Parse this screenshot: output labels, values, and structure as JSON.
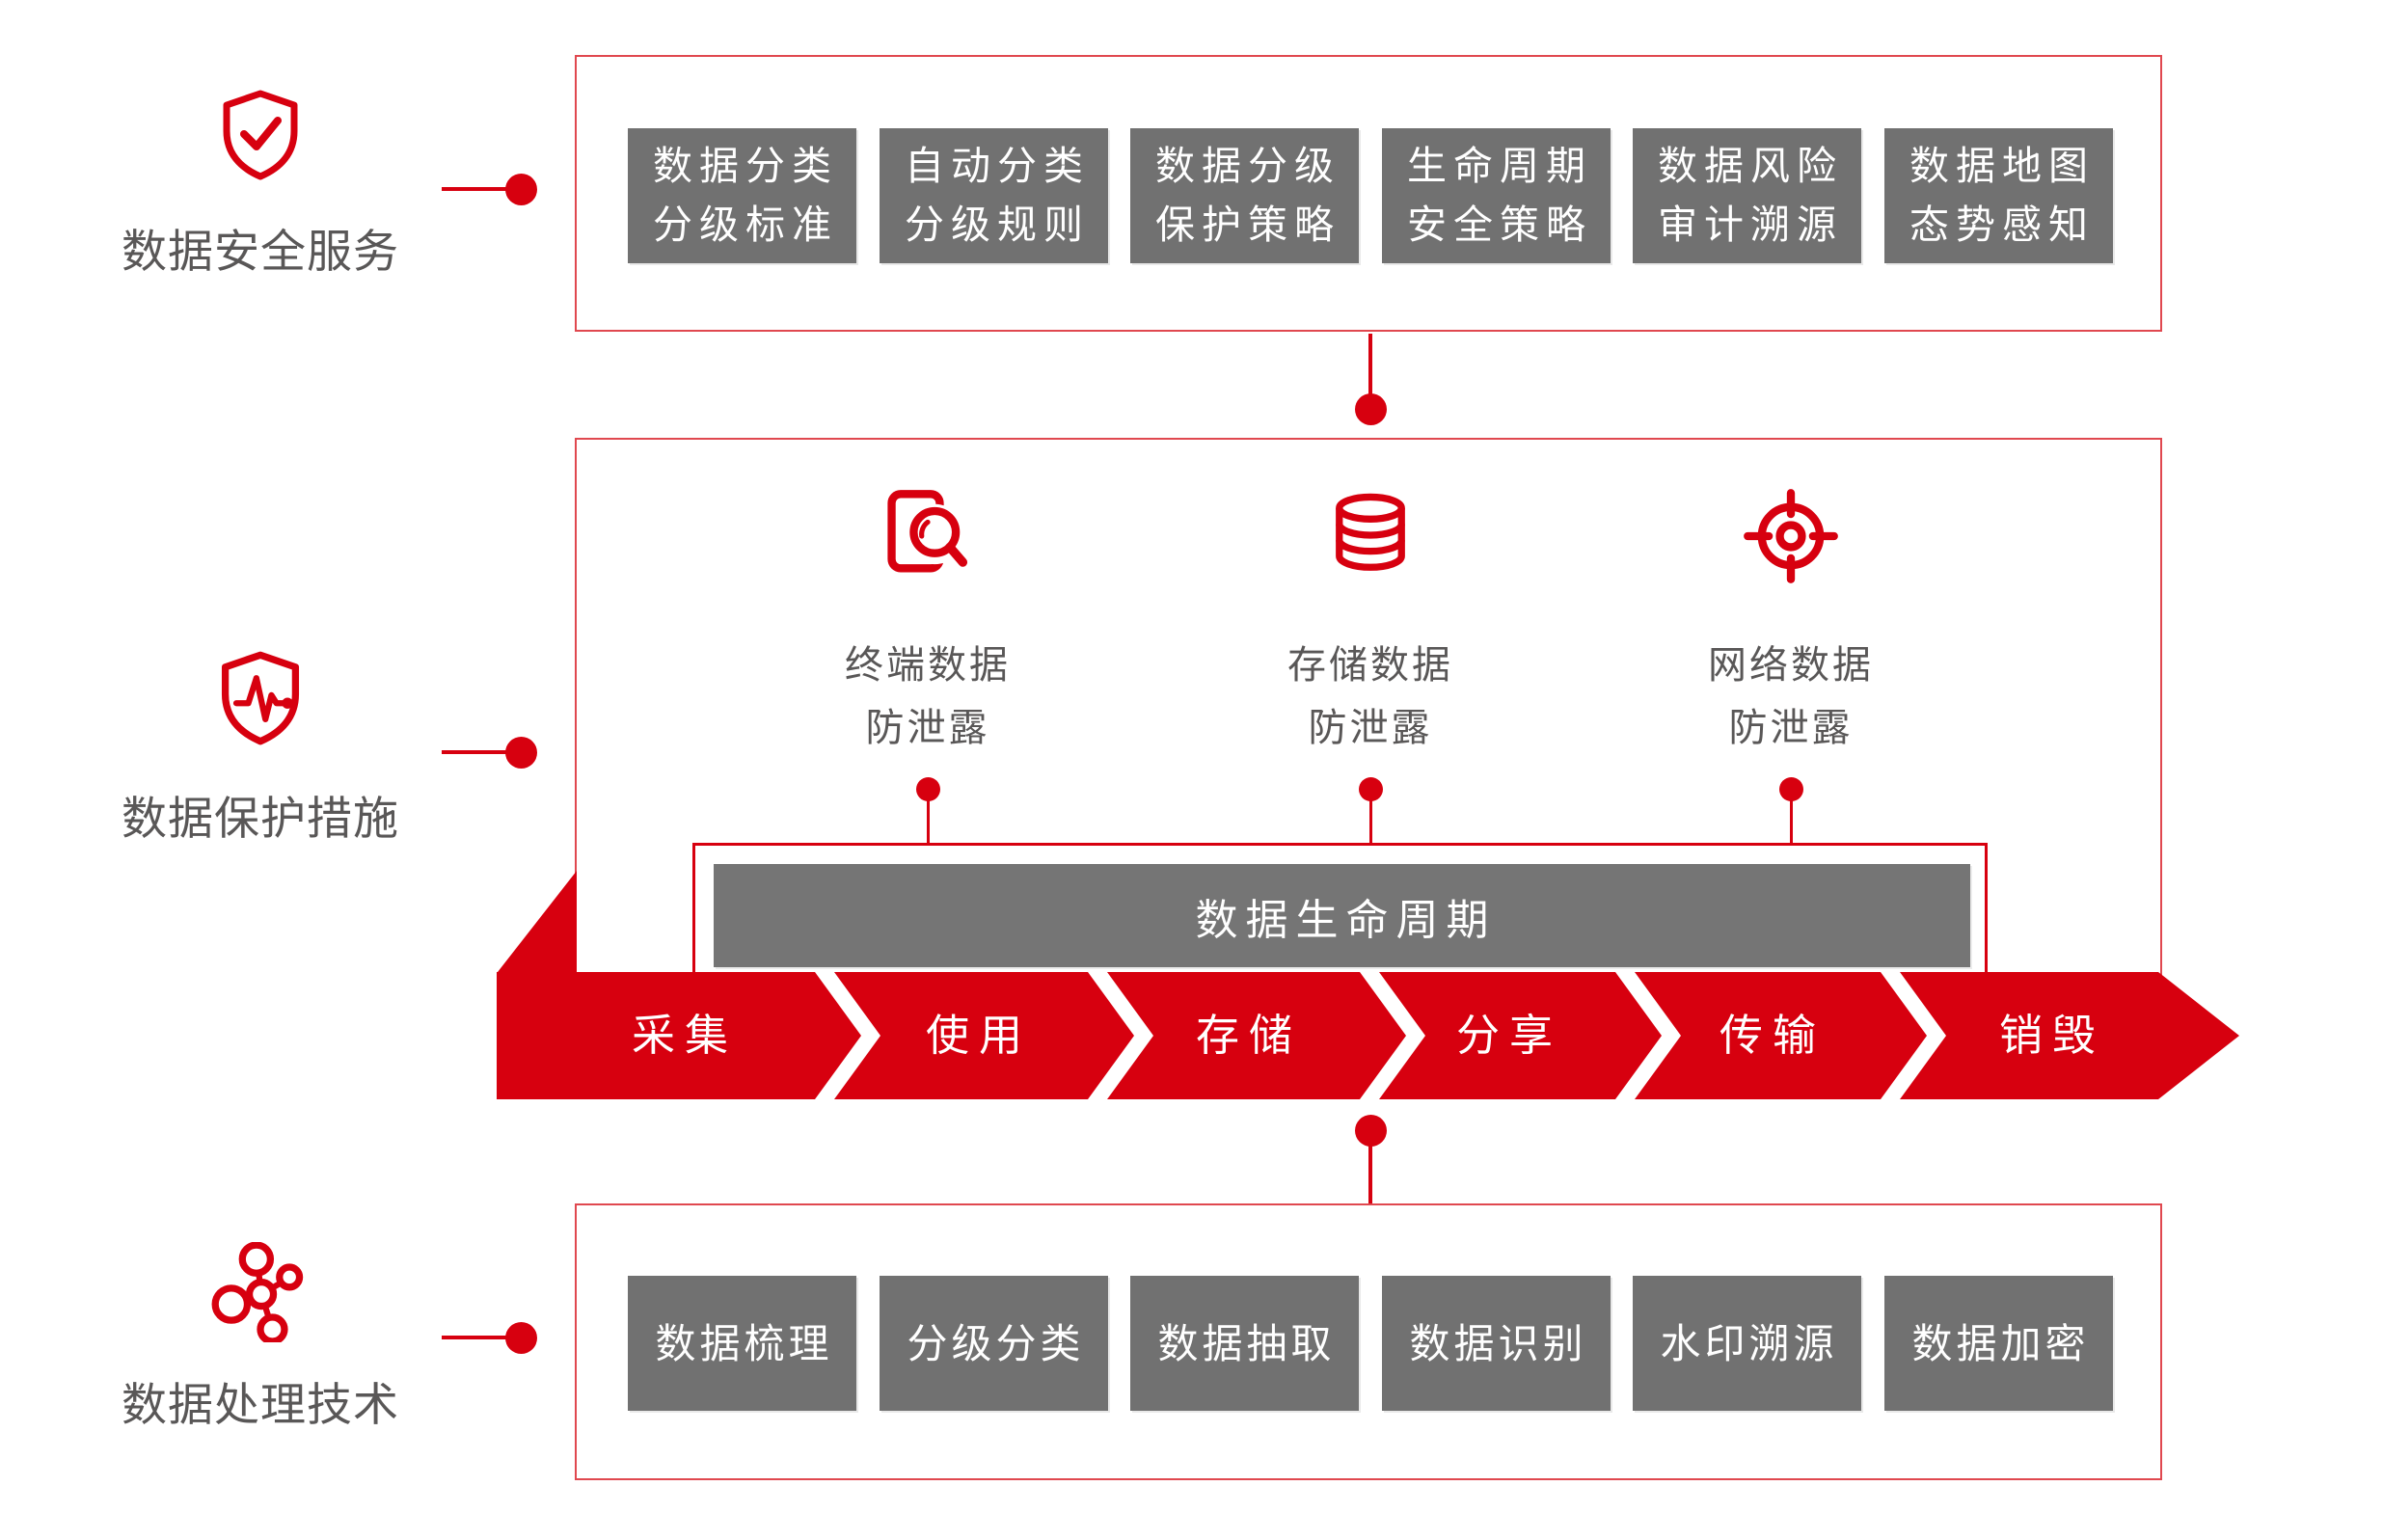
{
  "colors": {
    "accent_red": "#d7000f",
    "box_border_red": "#e0484f",
    "tile_gray": "#717171",
    "bar_gray": "#757575",
    "text_gray": "#595757",
    "tile_text": "#ffffff"
  },
  "sections": {
    "security_services": {
      "label": "数据安全服务",
      "icon": "shield-check-icon",
      "tiles": [
        {
          "line1": "数据分类",
          "line2": "分级标准"
        },
        {
          "line1": "自动分类",
          "line2": "分级规则"
        },
        {
          "line1": "数据分级",
          "line2": "保护策略"
        },
        {
          "line1": "生命周期",
          "line2": "安全策略"
        },
        {
          "line1": "数据风险",
          "line2": "审计溯源"
        },
        {
          "line1": "数据地图",
          "line2": "态势感知"
        }
      ]
    },
    "protection_measures": {
      "label": "数据保护措施",
      "icon": "shield-pulse-icon",
      "protections": [
        {
          "icon": "terminal-dlp-icon",
          "line1": "终端数据",
          "line2": "防泄露"
        },
        {
          "icon": "storage-dlp-icon",
          "line1": "存储数据",
          "line2": "防泄露"
        },
        {
          "icon": "network-dlp-icon",
          "line1": "网络数据",
          "line2": "防泄露"
        }
      ],
      "lifecycle_bar": "数据生命周期",
      "lifecycle_stages": [
        "采集",
        "使用",
        "存储",
        "分享",
        "传输",
        "销毁"
      ]
    },
    "processing_tech": {
      "label": "数据处理技术",
      "icon": "molecule-icon",
      "tiles": [
        "数据梳理",
        "分级分类",
        "数据抽取",
        "数据识别",
        "水印溯源",
        "数据加密"
      ]
    }
  }
}
